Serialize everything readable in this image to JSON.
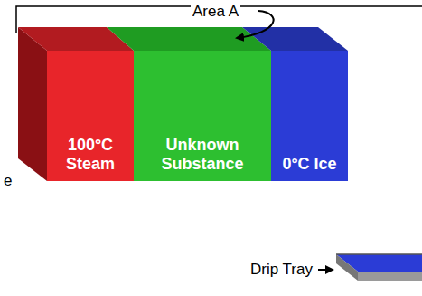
{
  "diagram": {
    "nodes": [
      {
        "text": [
          "100°C Steam"
        ]
      },
      {
        "text": [
          "Unknown Substance"
        ]
      },
      {
        "text": [
          "0°C Ice"
        ]
      }
    ],
    "labels": [
      "Area A",
      "Drip Tray",
      "e"
    ]
  }
}
